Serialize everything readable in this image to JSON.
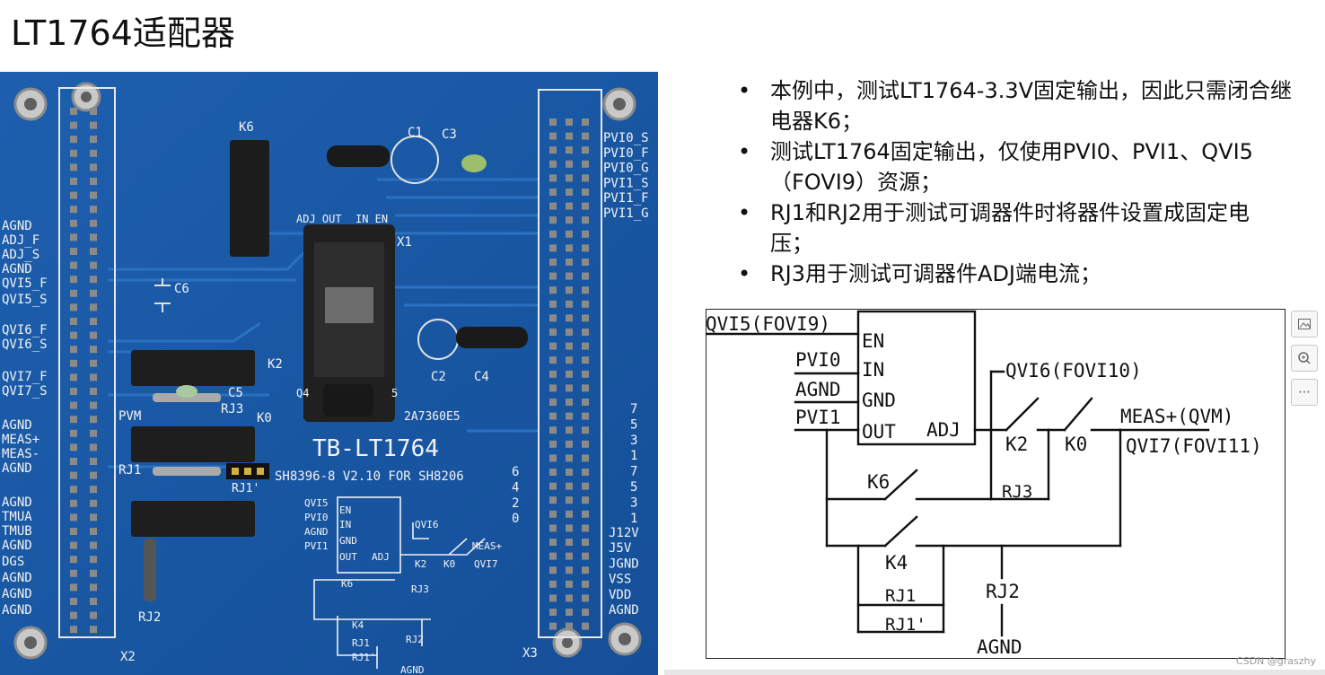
{
  "title": "LT1764适配器",
  "bullets": [
    "本例中，测试LT1764-3.3V固定输出，因此只需闭合继电器K6；",
    "测试LT1764固定输出，仅使用PVI0、PVI1、QVI5（FOVI9）资源；",
    "RJ1和RJ2用于测试可调器件时将器件设置成固定电压；",
    "RJ3用于测试可调器件ADJ端电流；"
  ],
  "board": {
    "left_labels": [
      "AGND",
      "ADJ_F",
      "ADJ_S",
      "AGND",
      "QVI5_F",
      "QVI5_S",
      "QVI6_F",
      "QVI6_S",
      "QVI7_F",
      "QVI7_S",
      "AGND",
      "MEAS+",
      "MEAS-",
      "AGND",
      "AGND",
      "TMUA",
      "TMUB",
      "AGND",
      "DGS",
      "AGND",
      "AGND",
      "AGND"
    ],
    "right_top_labels": [
      "PVI0_S",
      "PVI0_F",
      "PVI0_G",
      "PVI1_S",
      "PVI1_F",
      "PVI1_G"
    ],
    "right_bottom_labels": [
      "J12V",
      "J5V",
      "JGND",
      "VSS",
      "VDD",
      "AGND"
    ],
    "digits_right": [
      "7",
      "5",
      "3",
      "1",
      "7",
      "5",
      "3",
      "1"
    ],
    "digits_left": [
      "6",
      "4",
      "2",
      "0"
    ],
    "refs": {
      "k6": "K6",
      "c1": "C1",
      "c3": "C3",
      "adjout": "ADJ OUT",
      "inen": "IN EN",
      "x1": "X1",
      "c6": "C6",
      "k2": "K2",
      "c5": "C5",
      "rj3": "RJ3",
      "pvm": "PVM",
      "k0": "K0",
      "rj1": "RJ1",
      "rj1p": "RJ1'",
      "rj2": "RJ2",
      "c2": "C2",
      "c4": "C4",
      "x2": "X2",
      "x3": "X3",
      "c_dot": "2A7360E5",
      "q4": "Q4",
      "q5": "5"
    },
    "board_name": "TB-LT1764",
    "board_sub": "SH8396-8 V2.10 FOR SH8206",
    "silk": {
      "qvi5": "QVI5",
      "pvi0": "PVI0",
      "agnd": "AGND",
      "pvi1": "PVI1",
      "en": "EN",
      "in": "IN",
      "gnd": "GND",
      "out": "OUT",
      "adj": "ADJ",
      "qvi6": "QVI6",
      "meas": "MEAS+",
      "k2": "K2",
      "k0": "K0",
      "qvi7": "QVI7",
      "k6": "K6",
      "rj3": "RJ3",
      "k4": "K4",
      "rj1": "RJ1",
      "rj1p": "RJ1'",
      "rj2": "RJ2",
      "agnd2": "AGND"
    }
  },
  "schematic": {
    "qvi5": "QVI5(FOVI9)",
    "pvi0": "PVI0",
    "agnd": "AGND",
    "pvi1": "PVI1",
    "pin_en": "EN",
    "pin_in": "IN",
    "pin_gnd": "GND",
    "pin_out": "OUT",
    "pin_adj": "ADJ",
    "qvi6": "QVI6(FOVI10)",
    "meas": "MEAS+(QVM)",
    "qvi7": "QVI7(FOVI11)",
    "k2": "K2",
    "k0": "K0",
    "k6": "K6",
    "rj3": "RJ3",
    "k4": "K4",
    "rj1": "RJ1",
    "rj1p": "RJ1'",
    "rj2": "RJ2",
    "agnd_bottom": "AGND"
  },
  "tools": {
    "image_icon": "image-icon",
    "zoom_icon": "zoom-icon",
    "more_icon": "more-icon"
  },
  "watermark": "CSDN @graszhy"
}
